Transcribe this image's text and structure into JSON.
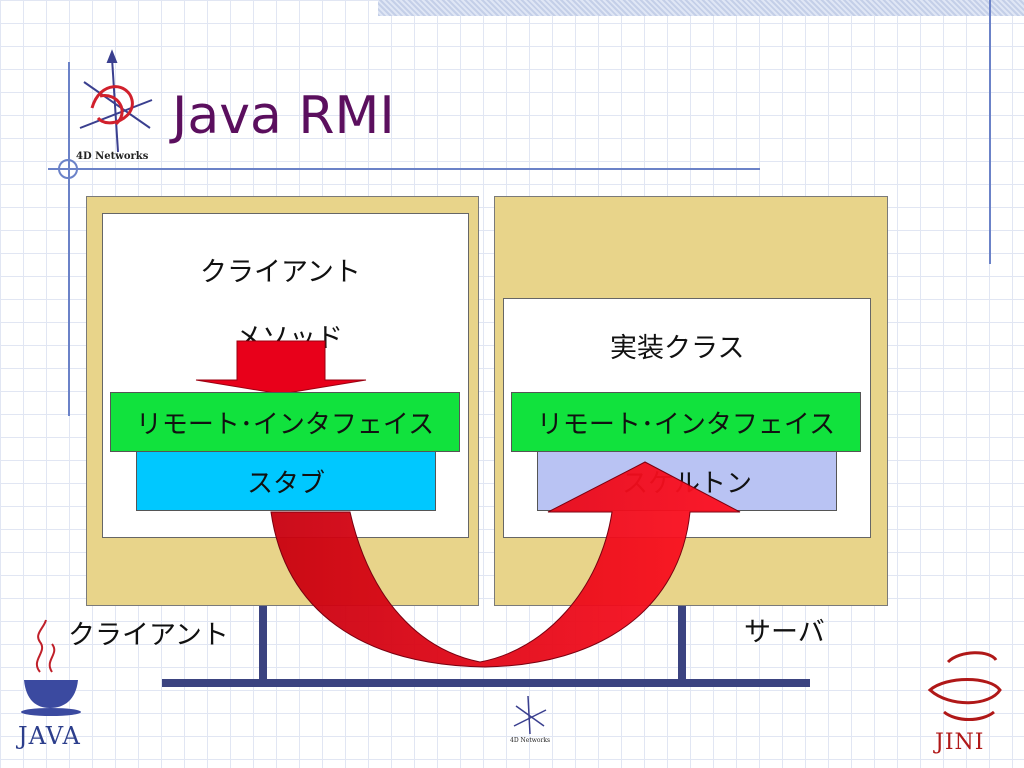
{
  "slide": {
    "title": "Java RMI",
    "logo_caption": "4D Networks",
    "footer_logo_caption": "4D Networks",
    "java_logo_text": "JAVA",
    "jini_logo_text": "JINI"
  },
  "client_box": {
    "heading": "クライアント",
    "method_label": "メソッド",
    "remote_interface_label": "リモート･インタフェイス",
    "stub_label": "スタブ"
  },
  "server_box": {
    "heading": "実装クラス",
    "remote_interface_label": "リモート･インタフェイス",
    "skeleton_label": "スケルトン"
  },
  "network": {
    "client_label": "クライアント",
    "server_label": "サーバ"
  },
  "colors": {
    "title": "#5b0f5e",
    "panel": "#e8d48a",
    "remote_interface": "#11e23d",
    "stub": "#00c8ff",
    "skeleton": "#b9c3f3",
    "arrow": "#e8001a",
    "network_line": "#3b4380"
  }
}
